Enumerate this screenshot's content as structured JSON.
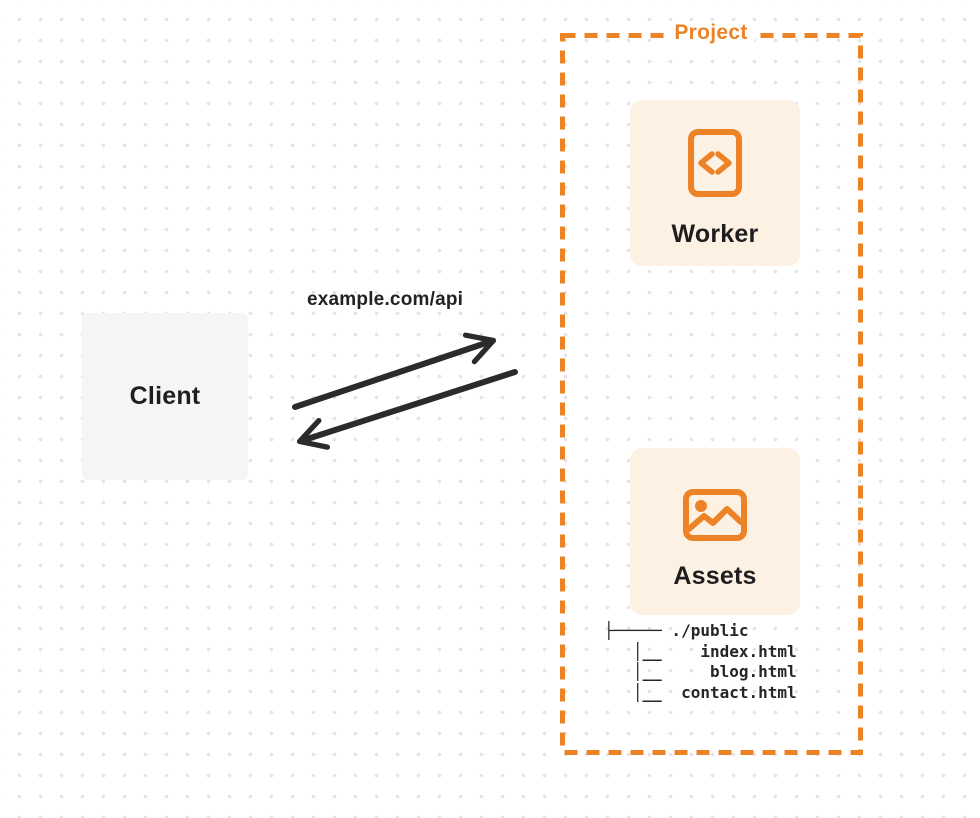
{
  "client": {
    "label": "Client"
  },
  "request": {
    "label": "example.com/api"
  },
  "project": {
    "label": "Project",
    "nodes": [
      {
        "id": "worker",
        "label": "Worker",
        "icon": "code-file-icon"
      },
      {
        "id": "assets",
        "label": "Assets",
        "icon": "image-icon"
      }
    ],
    "file_tree": {
      "lines": [
        "├───── ./public",
        "   │__    index.html",
        "   │__     blog.html",
        "   │__  contact.html"
      ]
    }
  },
  "arrows": [
    {
      "id": "request-arrow",
      "from": "client",
      "to": "project",
      "direction": "right-up"
    },
    {
      "id": "response-arrow",
      "from": "project",
      "to": "client",
      "direction": "left-down"
    }
  ],
  "colors": {
    "accent": "#ed8327",
    "card_bg": "#fdf1e3",
    "arrow": "#2b2b2b",
    "client_bg": "#f5f5f6",
    "ink": "#1e1e1e",
    "dot": "#e4e4e6"
  }
}
